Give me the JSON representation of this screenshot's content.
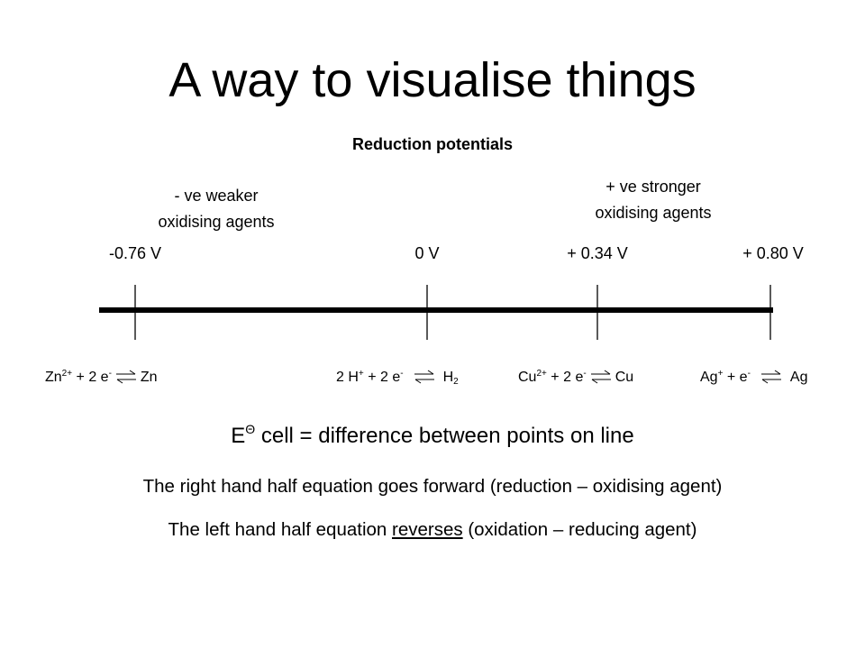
{
  "slide": {
    "title": "A way to visualise things",
    "subtitle": "Reduction potentials",
    "left_note": {
      "line1": "- ve weaker",
      "line2": "oxidising agents"
    },
    "right_note": {
      "line1": "+ ve stronger",
      "line2": "oxidising agents"
    }
  },
  "potentials": [
    {
      "label": "-0.76 V",
      "value": -0.76
    },
    {
      "label": "0 V",
      "value": 0.0
    },
    {
      "label": "+ 0.34 V",
      "value": 0.34
    },
    {
      "label": "+ 0.80 V",
      "value": 0.8
    }
  ],
  "equations": {
    "zn": {
      "ion": "Zn",
      "charge": "2+",
      "plus": " + 2 e",
      "e_charge": "-",
      "product": "Zn"
    },
    "h": {
      "ion": "2 H",
      "charge": "+",
      "plus": " + 2 e",
      "e_charge": "-",
      "product": "H",
      "product_sub": "2"
    },
    "cu": {
      "ion": "Cu",
      "charge": "2+",
      "plus": " + 2 e",
      "e_charge": "-",
      "product": "Cu"
    },
    "ag": {
      "ion": "Ag",
      "charge": "+",
      "plus": " + e",
      "e_charge": "-",
      "product": "Ag"
    }
  },
  "cell_equation": {
    "symbol": "E",
    "superscript": "Θ",
    "text": " cell = difference between points on line"
  },
  "statements": {
    "right": "The right hand half equation goes forward (reduction – oxidising agent)",
    "left_before": "The left hand half equation ",
    "left_underlined": "reverses",
    "left_after": " (oxidation – reducing agent)"
  }
}
